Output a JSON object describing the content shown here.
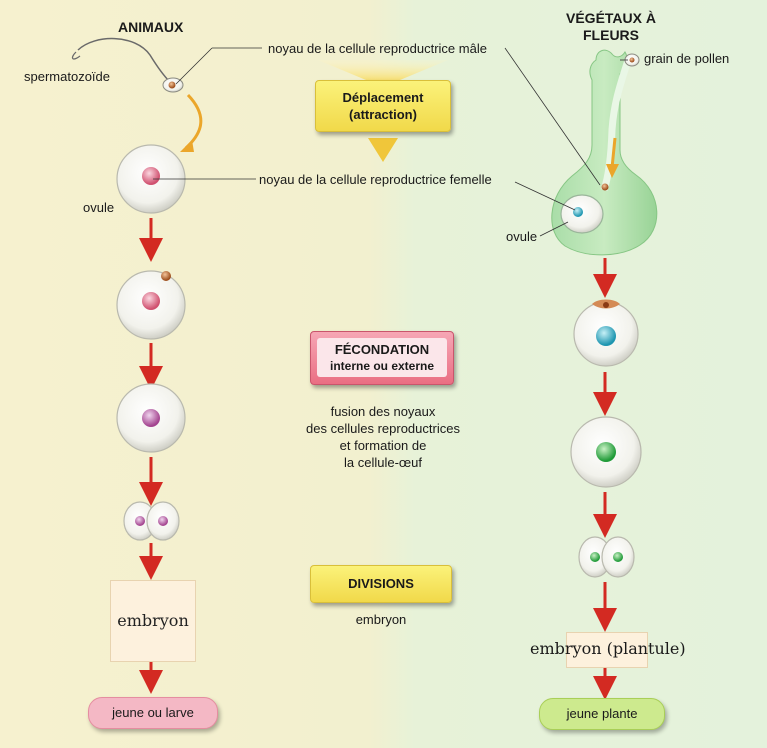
{
  "animals": {
    "title": "ANIMAUX",
    "sperm_label": "spermatozoïde",
    "ovule_label": "ovule",
    "embryo": "embryon",
    "result": "jeune ou larve"
  },
  "plants": {
    "title": "VÉGÉTAUX À FLEURS",
    "pollen_label": "grain de pollen",
    "ovule_label": "ovule",
    "embryo": "embryon (plantule)",
    "result": "jeune plante"
  },
  "center": {
    "male_nucleus": "noyau de la cellule reproductrice mâle",
    "female_nucleus": "noyau de la cellule reproductrice femelle",
    "displacement_title": "Déplacement",
    "displacement_sub": "(attraction)",
    "fertilization_title": "FÉCONDATION",
    "fertilization_sub": "interne ou externe",
    "fusion_line1": "fusion des noyaux",
    "fusion_line2": "des cellules reproductrices",
    "fusion_line3": "et formation de",
    "fusion_line4": "la cellule-œuf",
    "divisions_title": "DIVISIONS",
    "embryo_label": "embryon"
  },
  "colors": {
    "arrow_red": "#d32a22",
    "arrow_orange": "#eba62a",
    "box_yellow": "#f1d94a",
    "box_pink": "#ea6e83",
    "pill_pink": "#f4b8c5",
    "pill_green": "#cdea8e"
  }
}
